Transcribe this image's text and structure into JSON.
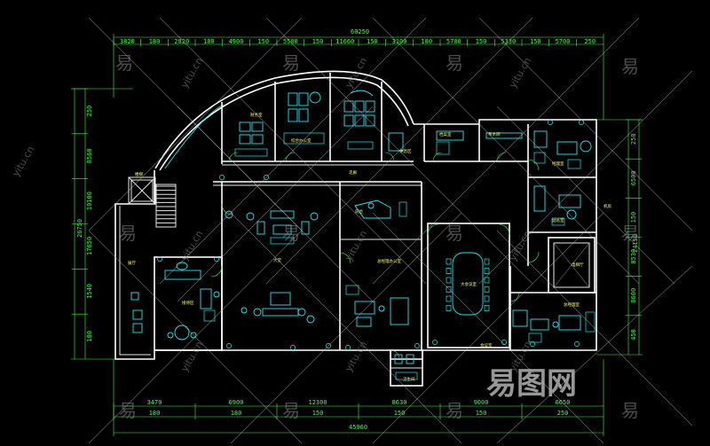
{
  "dimensions": {
    "top_total": "60250",
    "top_segments": [
      "3820",
      "180",
      "2820",
      "180",
      "4900",
      "150",
      "5500",
      "150",
      "11660",
      "150",
      "3100",
      "180",
      "5700",
      "150",
      "5330",
      "150",
      "5700",
      "250"
    ],
    "bottom_total": "45960",
    "bottom_upper": [
      "3470",
      "6900",
      "12300",
      "8630",
      "9000",
      "6650"
    ],
    "bottom_lower": [
      "180",
      "180",
      "150",
      "150",
      "150",
      "250"
    ],
    "left_outer": [
      "26750"
    ],
    "left_inner": [
      "250",
      "8560",
      "10100",
      "17650",
      "1540",
      "180"
    ],
    "right_outer": [
      "24150"
    ],
    "right_inner": [
      "250",
      "6500",
      "150",
      "8530",
      "8600",
      "450"
    ]
  },
  "rooms": {
    "r1": "财务室",
    "r2": "综合办公室",
    "r3": "档案室",
    "r4": "会议室",
    "r5": "茶水间",
    "r6": "经理室",
    "r7": "总经理室",
    "r8": "走廊",
    "r9": "接待区",
    "r10": "前台",
    "r11": "大堂",
    "r12": "展厅",
    "r13": "总经理办公室",
    "r14": "大会议室",
    "r15": "电梯厅",
    "r16": "楼梯",
    "r17": "副总室",
    "r18": "卫生间",
    "r19": "机房",
    "r20": "休息区"
  },
  "watermark": {
    "char": "易",
    "domain": "yitu.cn",
    "brand": "易图网"
  },
  "colors": {
    "background": "#000000",
    "walls": "#ffffff",
    "furniture": "#26e5f0",
    "dimensions": "#3cff3c",
    "labels": "#ffff66"
  }
}
